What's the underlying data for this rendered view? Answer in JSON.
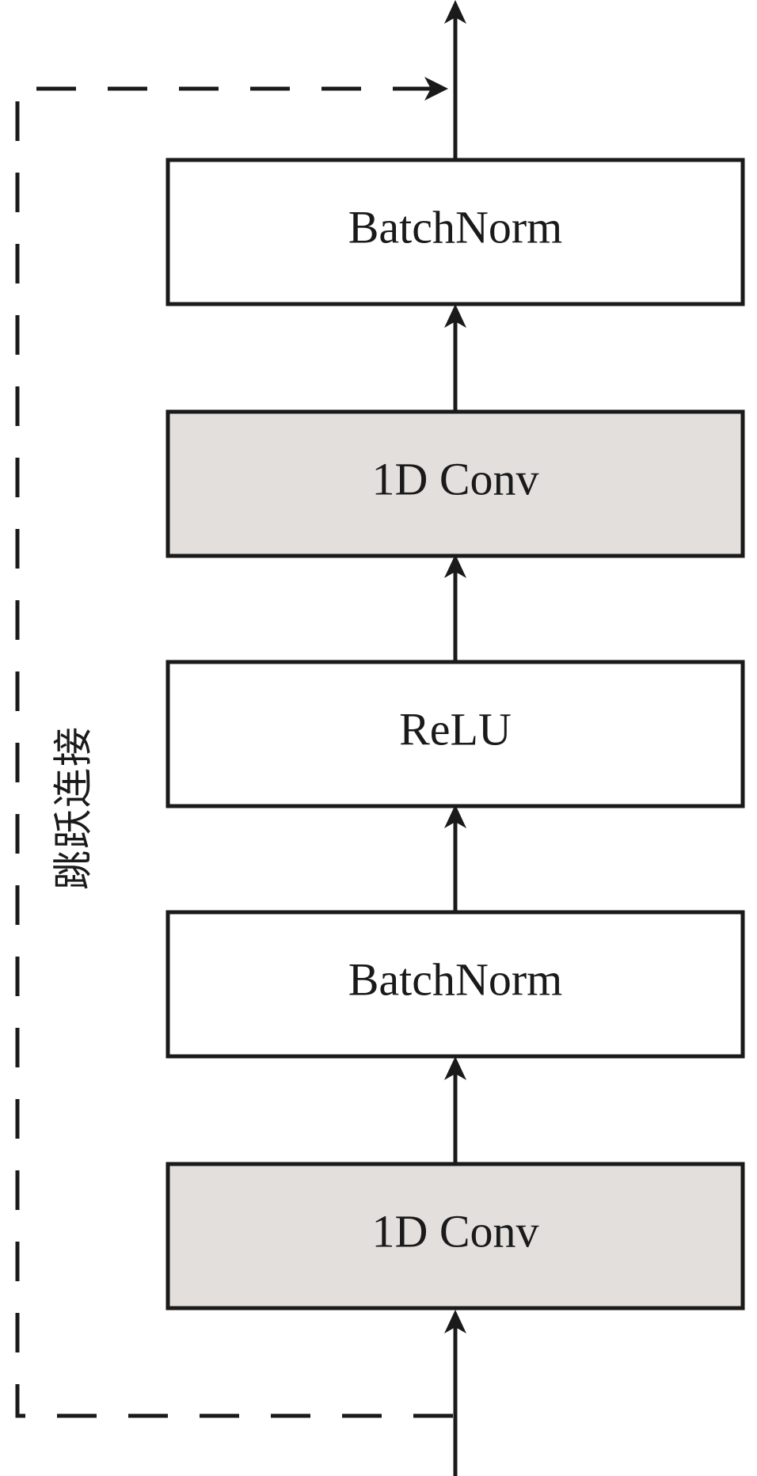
{
  "blocks": [
    {
      "label": "BatchNorm",
      "fill": "#ffffff"
    },
    {
      "label": "1D Conv",
      "fill": "#e3dfdd"
    },
    {
      "label": "ReLU",
      "fill": "#ffffff"
    },
    {
      "label": "BatchNorm",
      "fill": "#ffffff"
    },
    {
      "label": "1D Conv",
      "fill": "#e3dfdd"
    }
  ],
  "skip_connection": {
    "label": "跳跃连接"
  },
  "colors": {
    "stroke": "#1a1a1a",
    "conv_fill": "#e3dfdd",
    "background": "#ffffff"
  }
}
